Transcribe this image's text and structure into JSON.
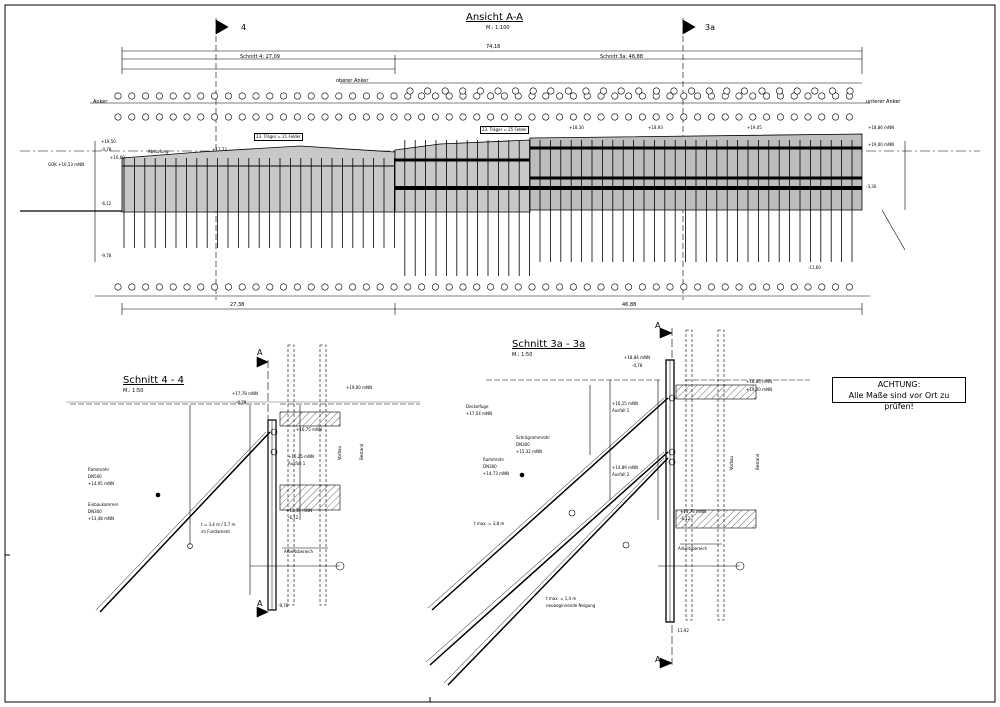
{
  "view_main": {
    "title": "Ansicht A-A",
    "scale": "M.: 1:100",
    "section_mark_left": "4",
    "section_mark_right": "3a",
    "total_dim": "74,16",
    "sub_dim_left": "Schnitt 4: 27,09",
    "sub_dim_right": "Schnitt 3a: 46,88",
    "row_labels": {
      "anker_upper": "oberer Anker",
      "anker": "Anker",
      "anker_lower": "unterer Anker"
    },
    "bottom_dims": [
      "27,38",
      "46,88"
    ],
    "callouts": [
      "23. Träger = 21 Felder",
      "23. Träger = 25 Felder"
    ],
    "level_labels": [
      "+19,50",
      "-0,78",
      "+16,60",
      "Abstufung",
      "+17,73",
      "+18,30",
      "+18,93",
      "+19,05",
      "+18,86 mNN",
      "+19,00 mNN",
      "GOK +16,53 mNN",
      "-6,12",
      "-9,78",
      "-11,60",
      "-3,30"
    ]
  },
  "section_4": {
    "title": "Schnitt 4 - 4",
    "scale": "M.: 1:50",
    "mark": "A",
    "labels": [
      "+17,78 mNN",
      "-0,78",
      "+16,75 mNN",
      "+16,25 mNN",
      "Ausfall 1",
      "+13,38 mNN",
      "-6,12",
      "Arbeitsbereich",
      "Rammrohr",
      "DN500",
      "+14,95 mNN",
      "Einbaukammer",
      "DN300",
      "+13,48 mNN",
      "t = 3,4 m / 5,7 m",
      "im Fundament",
      "-9,78",
      "+19,00 mNN",
      "Vorbau",
      "Bestand"
    ]
  },
  "section_3a": {
    "title": "Schnitt 3a - 3a",
    "scale": "M.: 1:50",
    "mark": "A",
    "labels": [
      "+18,84 mNN",
      "-0,78",
      "Deckelfuge",
      "+17,54 mNN",
      "Schrägrammrohr",
      "DN300",
      "+15,32 mNN",
      "Rammrohr",
      "DN300",
      "+14,73 mNN",
      "+16,15 mNN",
      "Ausfall 1",
      "+14,89 mNN",
      "Ausfall 2",
      "+13,73 mNN",
      "-6,12",
      "Arbeitsbereich",
      "t max. = 3,8 m",
      "t max. = 1,4 m",
      "neubeginnende Neigung",
      "-11,92",
      "+18,86 mNN",
      "+19,00 mNN",
      "Vorbau",
      "Bestand"
    ]
  },
  "notice": {
    "line1": "ACHTUNG:",
    "line2": "Alle Maße sind vor Ort zu prüfen!"
  }
}
